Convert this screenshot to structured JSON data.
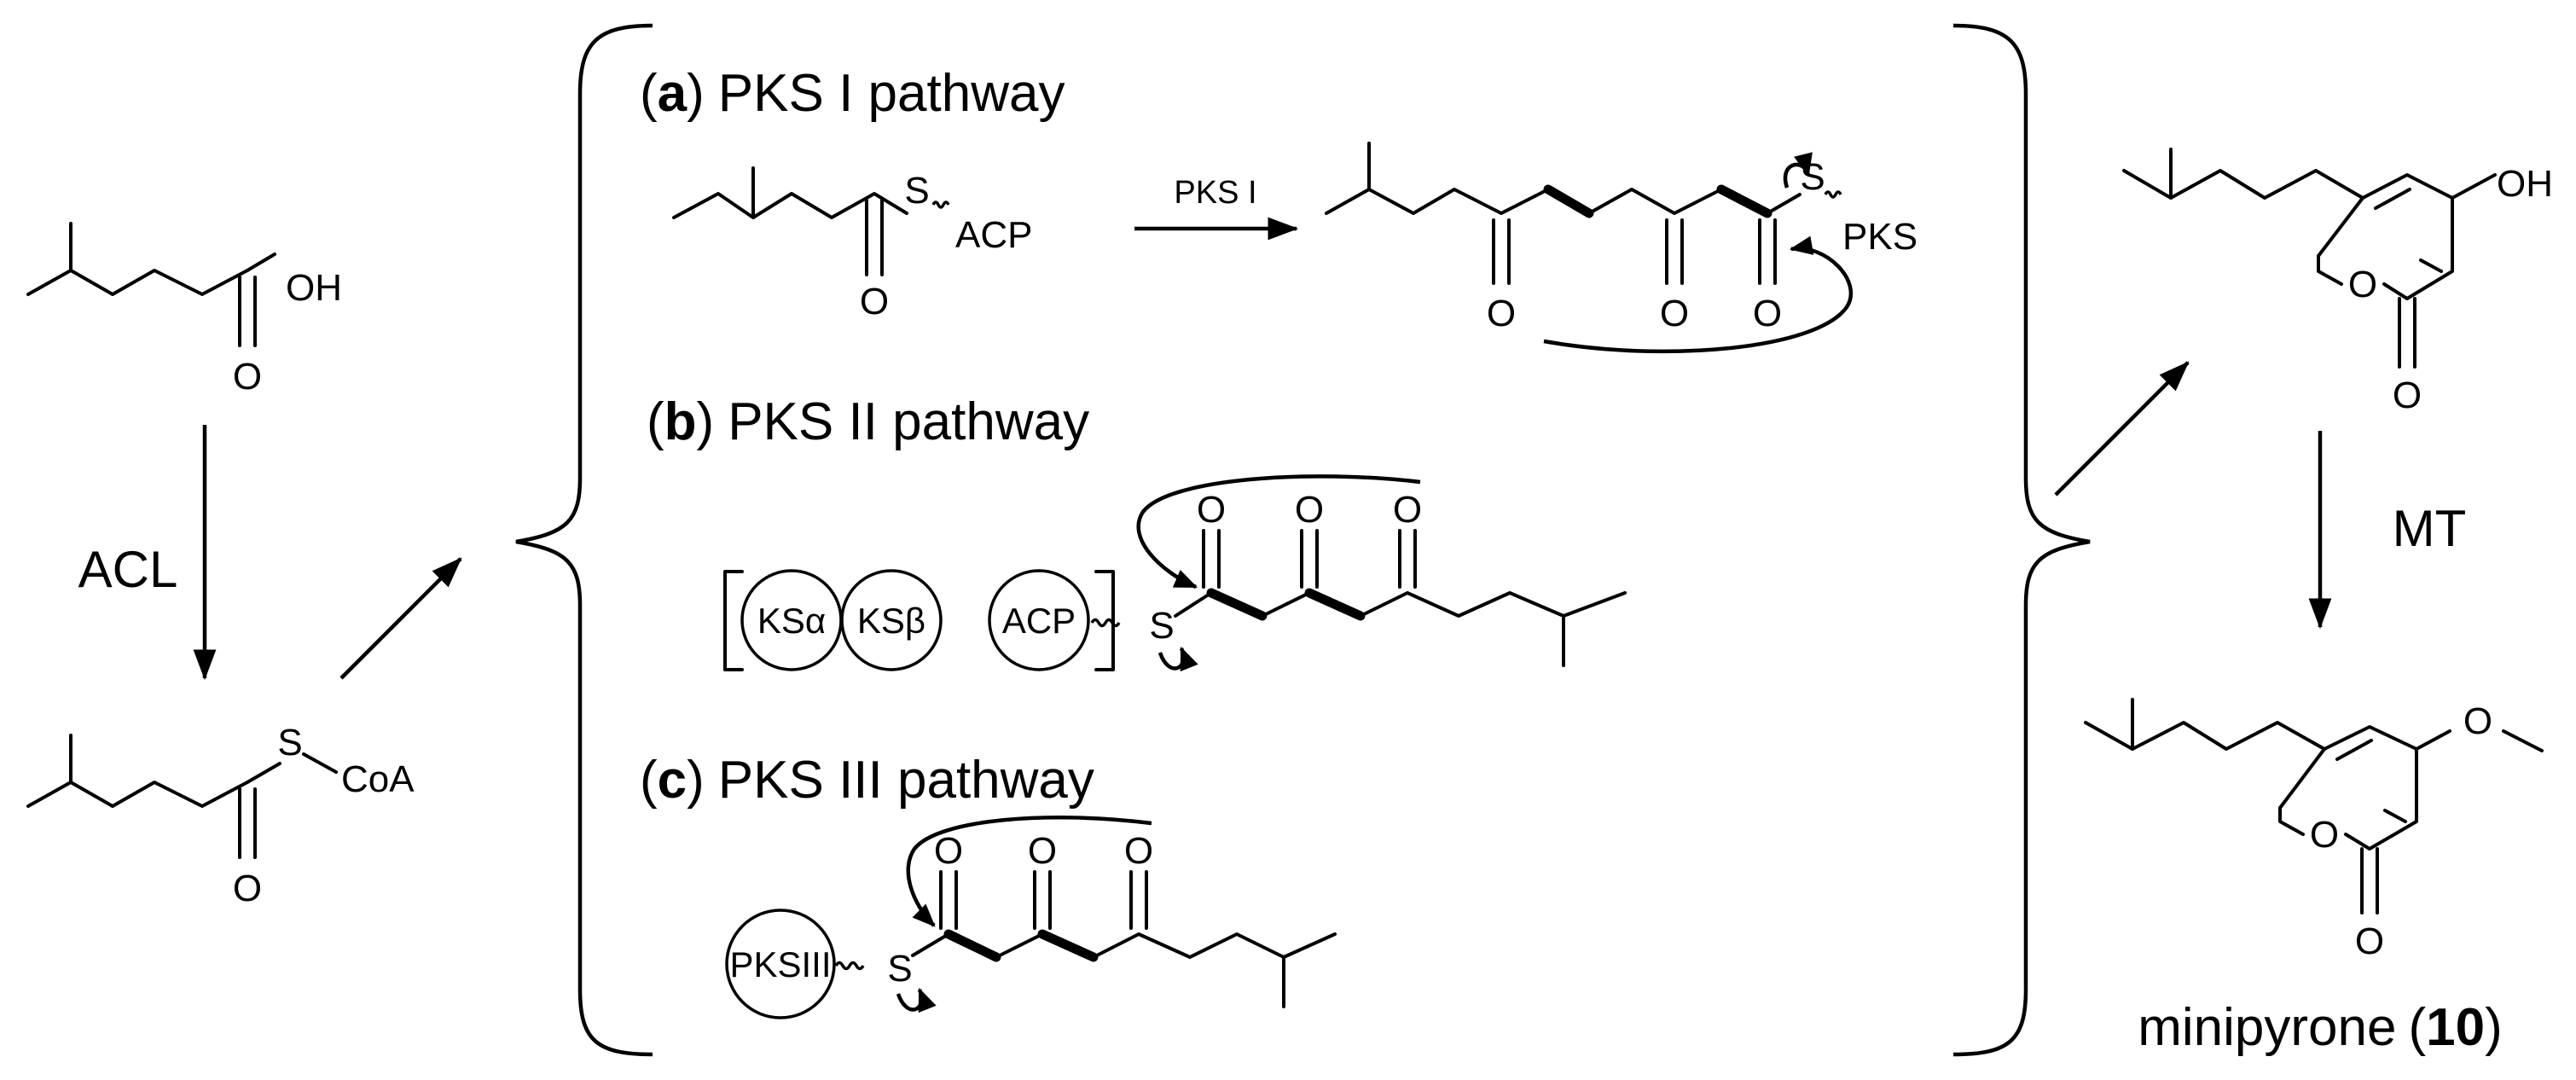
{
  "labels": {
    "oh": "OH",
    "o": "O",
    "s": "S",
    "coa": "CoA",
    "acp": "ACP",
    "pks": "PKS",
    "ome": "O",
    "enzyme_acl": "ACL",
    "enzyme_mt": "MT",
    "pks1_arrow": "PKS I",
    "ks_alpha": "KSα",
    "ks_beta": "KSβ",
    "acp_domain": "ACP",
    "pks3_domain": "PKSIII"
  },
  "panels": {
    "a": {
      "letter": "a",
      "title": "PKS I pathway"
    },
    "b": {
      "letter": "b",
      "title": "PKS II pathway"
    },
    "c": {
      "letter": "c",
      "title": "PKS III pathway"
    }
  },
  "product": {
    "name": "minipyrone",
    "number": "10"
  },
  "parens": {
    "open": "(",
    "close": ")"
  }
}
